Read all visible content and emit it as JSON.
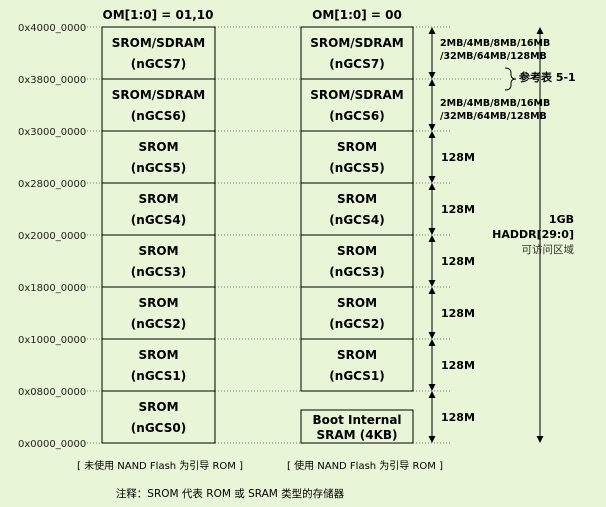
{
  "headers": {
    "left": "OM[1:0] = 01,10",
    "right": "OM[1:0] = 00"
  },
  "addresses": [
    "0x4000_0000",
    "0x3800_0000",
    "0x3000_0000",
    "0x2800_0000",
    "0x2000_0000",
    "0x1800_0000",
    "0x1000_0000",
    "0x0800_0000",
    "0x0000_0000"
  ],
  "left_blocks": [
    {
      "line1": "SROM/SDRAM",
      "line2": "(nGCS7)"
    },
    {
      "line1": "SROM/SDRAM",
      "line2": "(nGCS6)"
    },
    {
      "line1": "SROM",
      "line2": "(nGCS5)"
    },
    {
      "line1": "SROM",
      "line2": "(nGCS4)"
    },
    {
      "line1": "SROM",
      "line2": "(nGCS3)"
    },
    {
      "line1": "SROM",
      "line2": "(nGCS2)"
    },
    {
      "line1": "SROM",
      "line2": "(nGCS1)"
    },
    {
      "line1": "SROM",
      "line2": "(nGCS0)"
    }
  ],
  "right_blocks": [
    {
      "line1": "SROM/SDRAM",
      "line2": "(nGCS7)"
    },
    {
      "line1": "SROM/SDRAM",
      "line2": "(nGCS6)"
    },
    {
      "line1": "SROM",
      "line2": "(nGCS5)"
    },
    {
      "line1": "SROM",
      "line2": "(nGCS4)"
    },
    {
      "line1": "SROM",
      "line2": "(nGCS3)"
    },
    {
      "line1": "SROM",
      "line2": "(nGCS2)"
    },
    {
      "line1": "SROM",
      "line2": "(nGCS1)"
    }
  ],
  "boot_block": {
    "line1": "Boot Internal",
    "line2": "SRAM (4KB)"
  },
  "sdram_sizes": {
    "line1": "2MB/4MB/8MB/16MB",
    "line2": "/32MB/64MB/128MB"
  },
  "size_128m": "128M",
  "ref_table": "参考表 5-1",
  "total": {
    "line1": "1GB",
    "line2": "HADDR[29:0]",
    "line3": "可访问区域"
  },
  "captions": {
    "left": "[ 未使用 NAND Flash 为引导 ROM ]",
    "right": "[ 使用 NAND Flash 为引导 ROM ]"
  },
  "note": "注释：SROM 代表 ROM 或 SRAM 类型的存储器",
  "colors": {
    "background": "#e9f5d7",
    "block_fill": "#e9f5d7",
    "line": "#000000"
  }
}
